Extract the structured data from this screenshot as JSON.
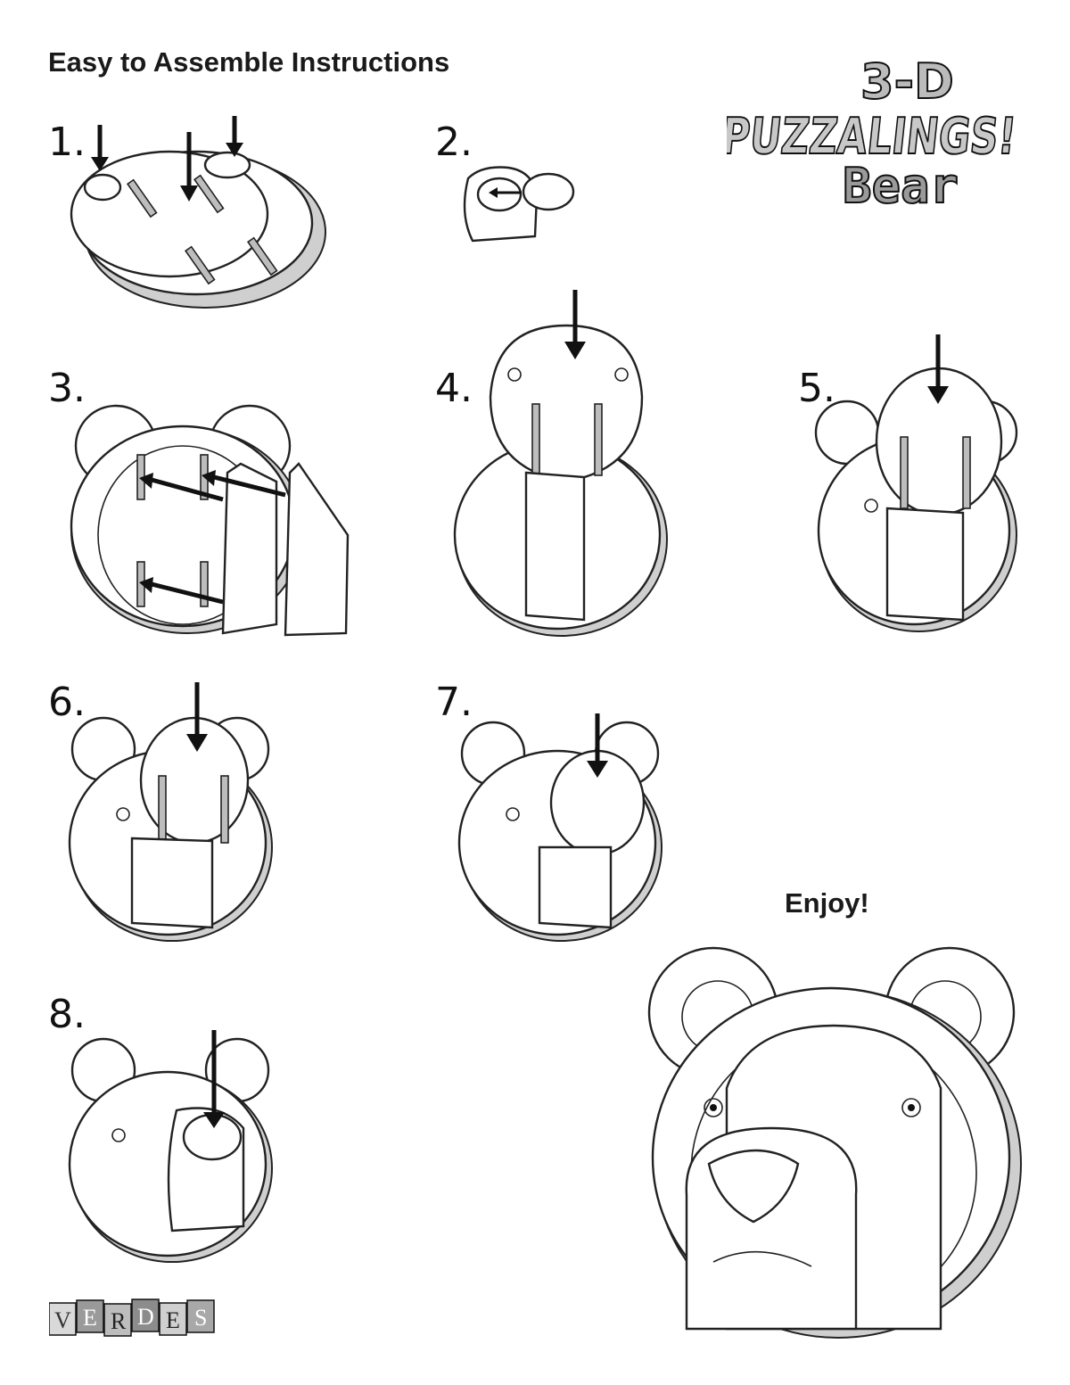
{
  "header": {
    "title": "Easy to Assemble Instructions"
  },
  "logo": {
    "line1": "3-D",
    "line2": "PUZZALINGS!",
    "line3": "Bear"
  },
  "steps": [
    {
      "label": "1."
    },
    {
      "label": "2."
    },
    {
      "label": "3."
    },
    {
      "label": "4."
    },
    {
      "label": "5."
    },
    {
      "label": "6."
    },
    {
      "label": "7."
    },
    {
      "label": "8."
    }
  ],
  "final": {
    "label": "Enjoy!"
  },
  "brand": {
    "letters": [
      "V",
      "E",
      "R",
      "D",
      "E",
      "S"
    ]
  },
  "icons": [
    "arrow-down-icon",
    "arrow-left-icon",
    "bear-head-illustration"
  ],
  "colors": {
    "ink": "#111111",
    "edge_gray": "#cfcfcf",
    "slot_gray": "#bdbdbd"
  }
}
